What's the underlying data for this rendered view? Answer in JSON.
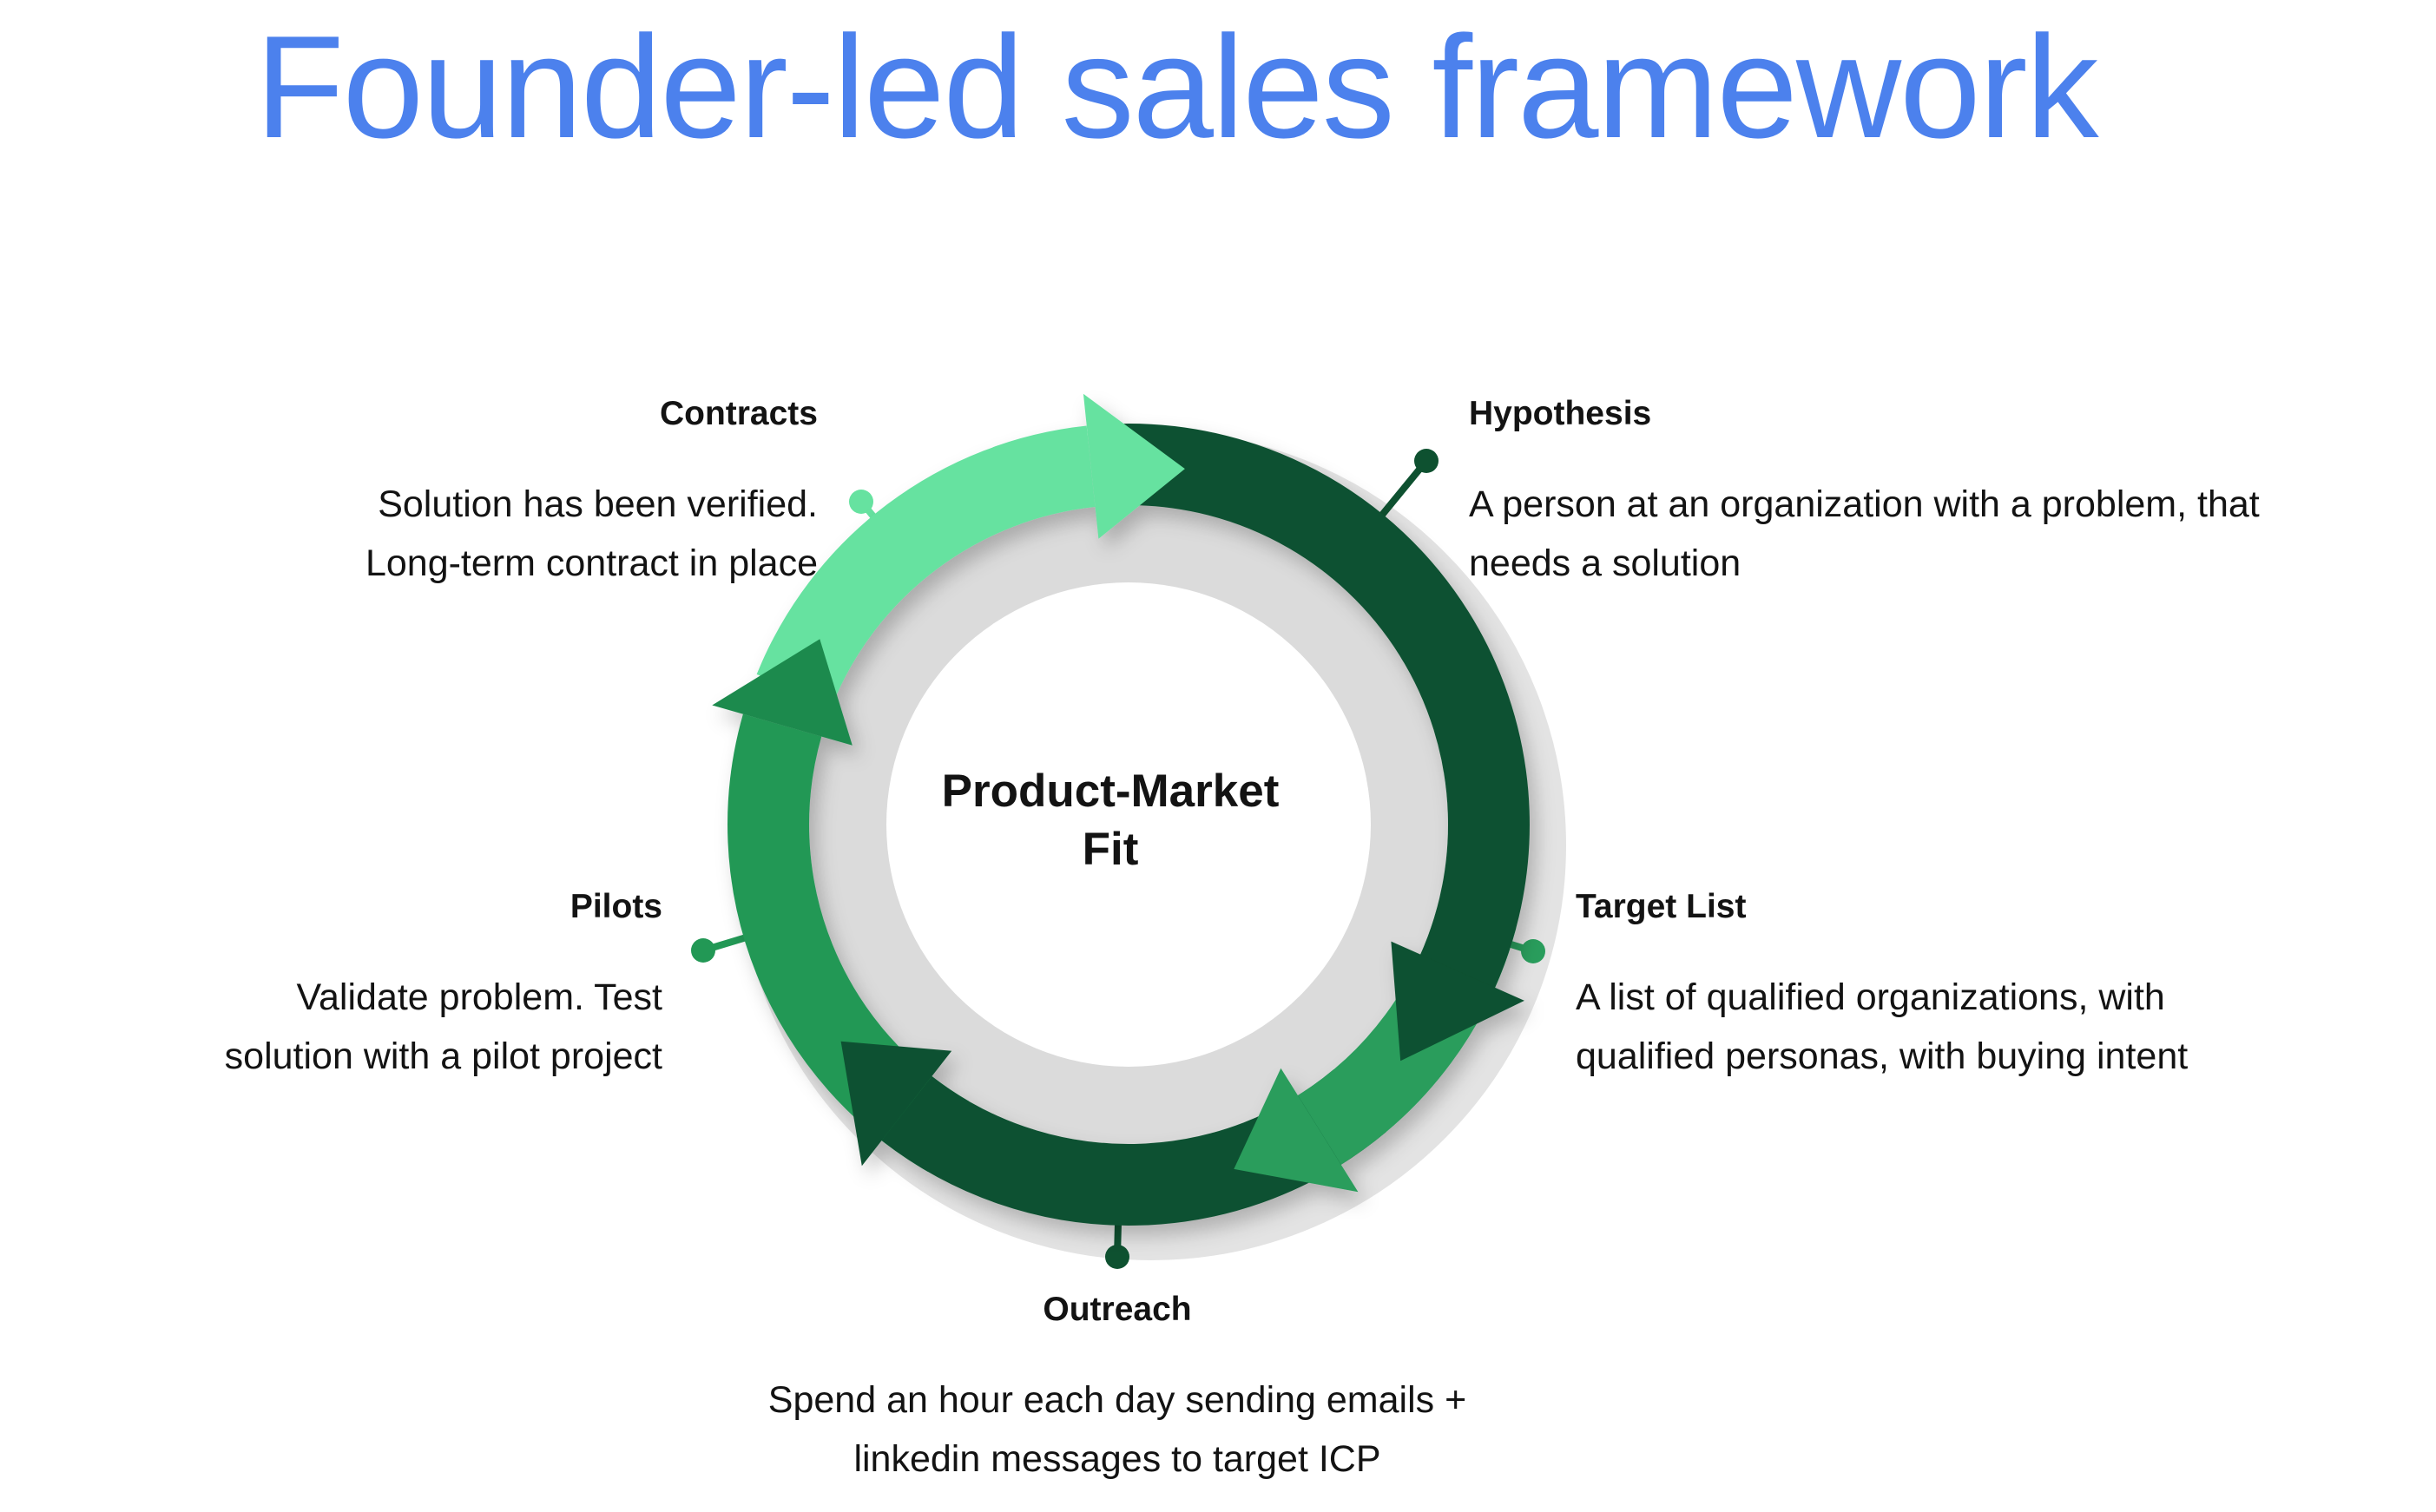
{
  "title": "Founder-led sales framework",
  "center": {
    "lines": [
      "Product-Market",
      "Fit"
    ]
  },
  "stages": {
    "contracts": {
      "label": "Contracts",
      "lines": [
        "Solution has been verified.",
        "Long-term contract in place"
      ]
    },
    "hypothesis": {
      "label": "Hypothesis",
      "lines": [
        "A person at an organization with a problem, that",
        "needs a solution"
      ]
    },
    "target_list": {
      "label": "Target List",
      "lines": [
        "A list of qualified organizations, with",
        "qualified personas, with buying intent"
      ]
    },
    "outreach": {
      "label": "Outreach",
      "lines": [
        "Spend an hour each day sending emails +",
        "linkedin messages to target ICP"
      ]
    },
    "pilots": {
      "label": "Pilots",
      "lines": [
        "Validate problem. Test",
        "solution with a pilot project"
      ]
    }
  },
  "cycle_order": [
    "Hypothesis",
    "Target List",
    "Outreach",
    "Pilots",
    "Contracts"
  ],
  "colors": {
    "title_blue": "#4C81ED",
    "mint_green": "#66E2A0",
    "dark_green": "#0E5130",
    "medium_green": "#299D5C",
    "medium_green_left": "#229855",
    "left_arrowhead_green": "#1F8A4E",
    "inner_ring_gray": "#DBDBDB",
    "echo_ring_gray": "#E3E3E3",
    "text_black": "#131313",
    "background": "#FFFFFF"
  }
}
